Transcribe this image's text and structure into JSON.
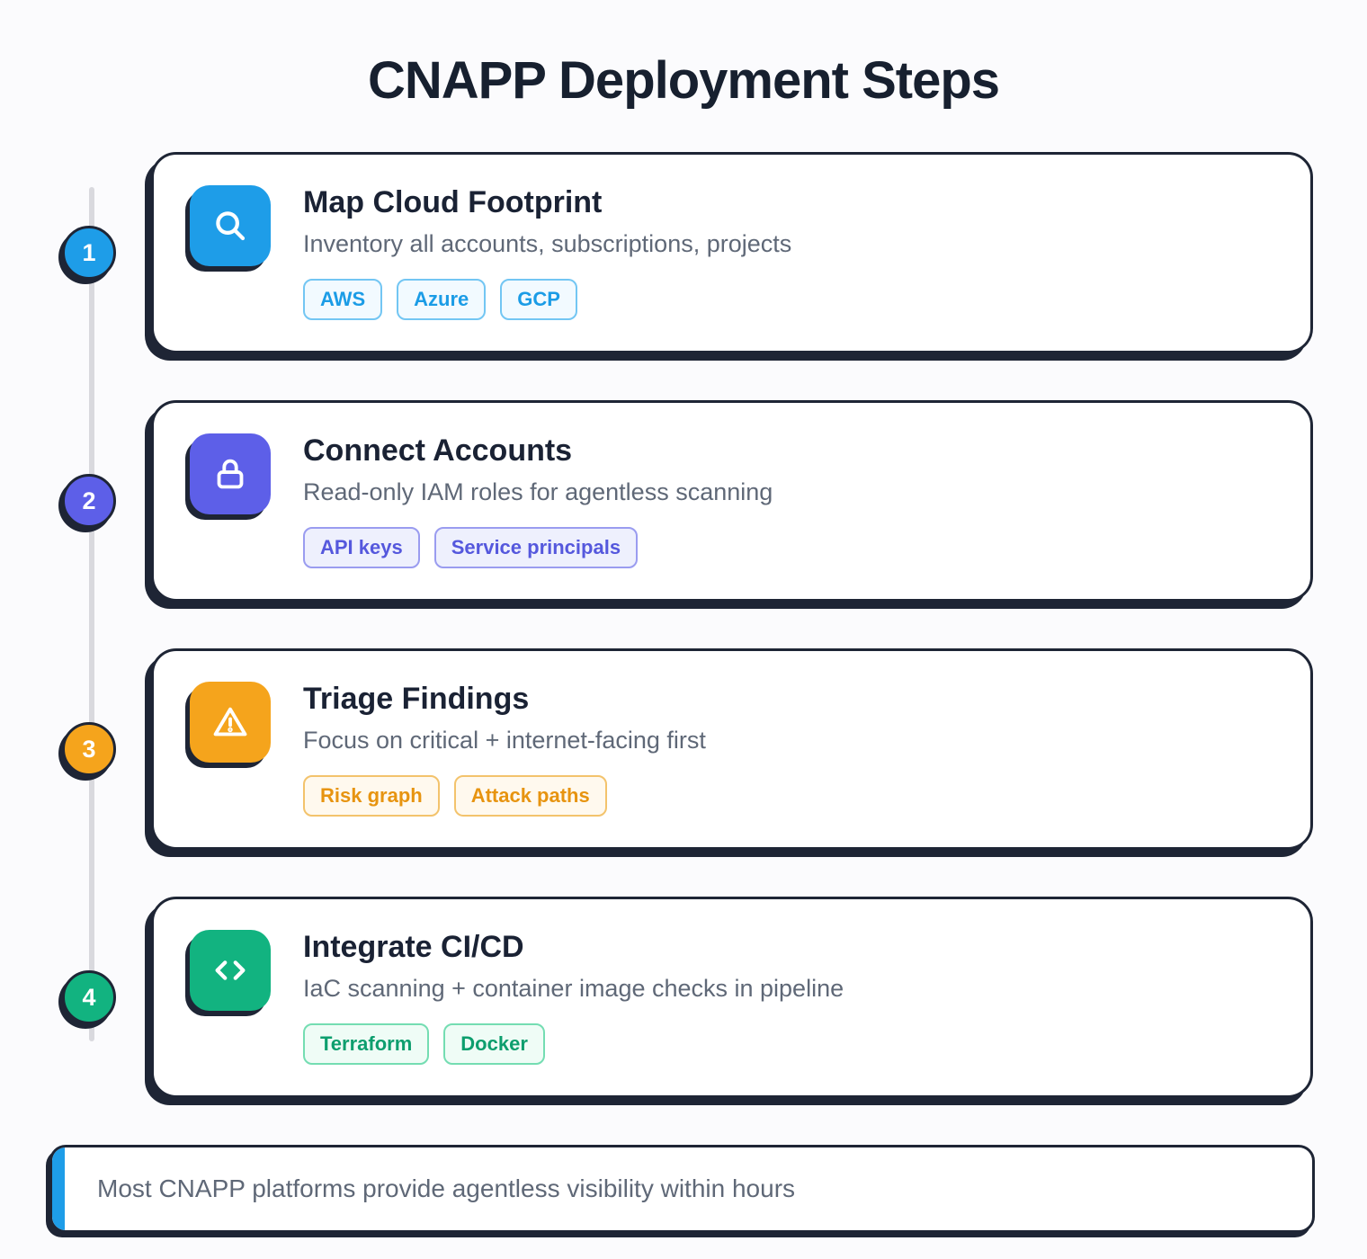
{
  "page": {
    "title": "CNAPP Deployment Steps"
  },
  "theme": {
    "ink_color": "#1e2535",
    "background_color": "#fbfbfd",
    "timeline_color": "#d9d9de"
  },
  "steps": [
    {
      "number": "1",
      "icon": "search-icon",
      "accent_color": "#1e9de8",
      "title": "Map Cloud Footprint",
      "description": "Inventory all accounts, subscriptions, projects",
      "tags": [
        "AWS",
        "Azure",
        "GCP"
      ]
    },
    {
      "number": "2",
      "icon": "lock-icon",
      "accent_color": "#5d5fe8",
      "title": "Connect Accounts",
      "description": "Read-only IAM roles for agentless scanning",
      "tags": [
        "API keys",
        "Service principals"
      ]
    },
    {
      "number": "3",
      "icon": "warning-icon",
      "accent_color": "#f5a41c",
      "title": "Triage Findings",
      "description": "Focus on critical + internet-facing first",
      "tags": [
        "Risk graph",
        "Attack paths"
      ]
    },
    {
      "number": "4",
      "icon": "code-icon",
      "accent_color": "#12b380",
      "title": "Integrate CI/CD",
      "description": "IaC scanning + container image checks in pipeline",
      "tags": [
        "Terraform",
        "Docker"
      ]
    }
  ],
  "footer": {
    "note": "Most CNAPP platforms provide agentless visibility within hours",
    "accent_color": "#1e9de8"
  }
}
